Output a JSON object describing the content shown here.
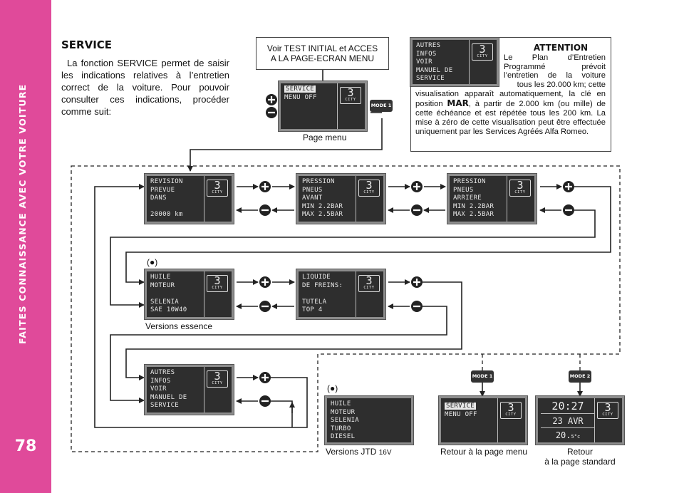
{
  "sidebar": {
    "title": "FAITES CONNAISSANCE AVEC VOTRE VOITURE",
    "page_number": "78",
    "color": "#e04a9a"
  },
  "heading": "SERVICE",
  "intro": "La fonction SERVICE permet de saisir les indications relatives à l’entretien correct de la voiture. Pour pouvoir consulter ces indications, procéder comme suit:",
  "callout": {
    "line1": "Voir TEST INITIAL et ACCES",
    "line2": "A LA PAGE-ECRAN MENU"
  },
  "attention": {
    "title": "ATTENTION",
    "lines": [
      "Le Plan d’Entretien",
      "Programmé prévoit",
      "l’entretien de la voiture",
      "tous les 20.000 km; cette"
    ],
    "rest_lines": [
      "visualisation apparaît automatiquement, la clé en",
      "position ",
      ", à partir de 2.000 km (ou mille) de",
      "cette échéance et est répétée tous les 200 km. La",
      "mise à zéro de cette visualisation peut être effectuée",
      "uniquement par les Services Agréés Alfa Romeo."
    ],
    "mar": "MAR"
  },
  "screens": {
    "attn": [
      "AUTRES",
      "INFOS",
      "VOIR",
      "MANUEL DE",
      "SERVICE"
    ],
    "menu_top": [
      "SERVICE",
      "MENU OFF"
    ],
    "revision": [
      "REVISION",
      "PREVUE",
      "DANS",
      "",
      "20000 km"
    ],
    "pneus_avant": [
      "PRESSION",
      "PNEUS",
      "AVANT",
      "MIN 2.2BAR",
      "MAX 2.5BAR"
    ],
    "pneus_arriere": [
      "PRESSION",
      "PNEUS",
      "ARRIERE",
      "MIN 2.2BAR",
      "MAX 2.5BAR"
    ],
    "huile_essence": [
      "HUILE",
      "MOTEUR",
      "",
      "SELENIA",
      "SAE 10W40"
    ],
    "liquide": [
      "LIQUIDE",
      "DE FREINS:",
      "",
      "TUTELA",
      "TOP 4"
    ],
    "autres": [
      "AUTRES",
      "INFOS",
      "VOIR",
      "MANUEL DE",
      "SERVICE"
    ],
    "huile_jtd": [
      "HUILE",
      "MOTEUR",
      "SELENIA",
      "TURBO",
      "DIESEL"
    ],
    "menu_return": [
      "SERVICE",
      "MENU OFF"
    ],
    "standard": {
      "time": "20:27",
      "date": "23 AVR",
      "temp": "20.",
      "temp_unit": "5°c"
    },
    "gear_number": "3",
    "gear_mode": "CITY"
  },
  "buttons": {
    "mode1": "MODE 1",
    "mode2": "MODE 2"
  },
  "labels": {
    "page_menu": "Page menu",
    "versions_essence": "Versions essence",
    "versions_jtd": "Versions JTD",
    "versions_jtd_suffix": "16V",
    "retour_menu": "Retour à la page menu",
    "retour_standard_1": "Retour",
    "retour_standard_2": "à la page standard",
    "bullet_note": "(●)"
  }
}
